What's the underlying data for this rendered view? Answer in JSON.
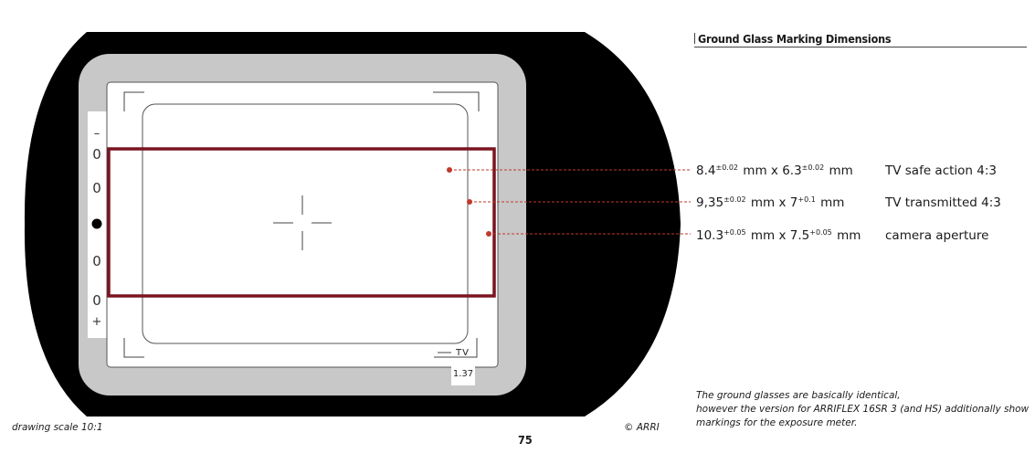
{
  "section_title": "Ground Glass Marking Dimensions",
  "dimensions": [
    {
      "width": "8.4",
      "width_tol": "±0.02",
      "height": "6.3",
      "height_tol": "±0.02",
      "unit": "mm",
      "label": "TV safe action 4:3"
    },
    {
      "width": "9,35",
      "width_tol": "±0.02",
      "height": "7",
      "height_tol": "+0.1",
      "unit": "mm",
      "label": "TV transmitted 4:3"
    },
    {
      "width": "10.3",
      "width_tol": "+0.05",
      "height": "7.5",
      "height_tol": "+0.05",
      "unit": "mm",
      "label": "camera aperture"
    }
  ],
  "viewfinder": {
    "tv_label": "TV",
    "ratio_label": "1.37",
    "meter_scale": [
      "–",
      "0",
      "0",
      "0",
      "0",
      "+"
    ]
  },
  "note_lines": [
    "The ground glasses are basically identical,",
    "however the version for ARRIFLEX 16SR 3 (and HS) additionally show",
    "markings for the exposure meter."
  ],
  "scale_note": "drawing scale 10:1",
  "copyright": "© ARRI",
  "page_number": "75",
  "colors": {
    "aperture": "#7a1420",
    "leader": "#c0392b",
    "housing": "#000000",
    "frame": "#c8c8c8"
  }
}
